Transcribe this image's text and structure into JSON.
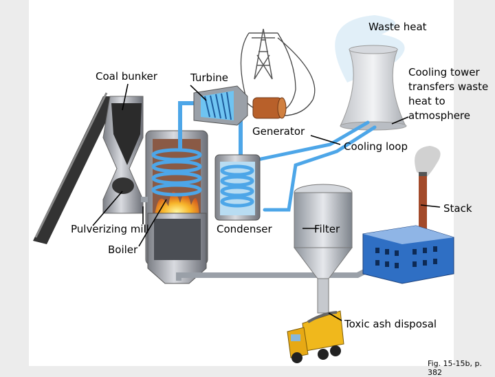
{
  "labels": {
    "waste_heat": "Waste heat",
    "coal_bunker": "Coal bunker",
    "turbine": "Turbine",
    "cooling_tower": "Cooling tower transfers waste heat to atmosphere",
    "generator": "Generator",
    "cooling_loop": "Cooling loop",
    "stack": "Stack",
    "pulverizing_mill": "Pulverizing mill",
    "condenser": "Condenser",
    "filter": "Filter",
    "boiler": "Boiler",
    "toxic_ash": "Toxic ash disposal"
  },
  "caption": "Fig. 15-15b, p. 382",
  "colors": {
    "background": "#ececec",
    "panel": "#ffffff",
    "pipe": "#4da6e8",
    "flame": "#f39a1e",
    "building": "#2f6fc4",
    "truck": "#f0b81c",
    "label_text": "#000000"
  }
}
